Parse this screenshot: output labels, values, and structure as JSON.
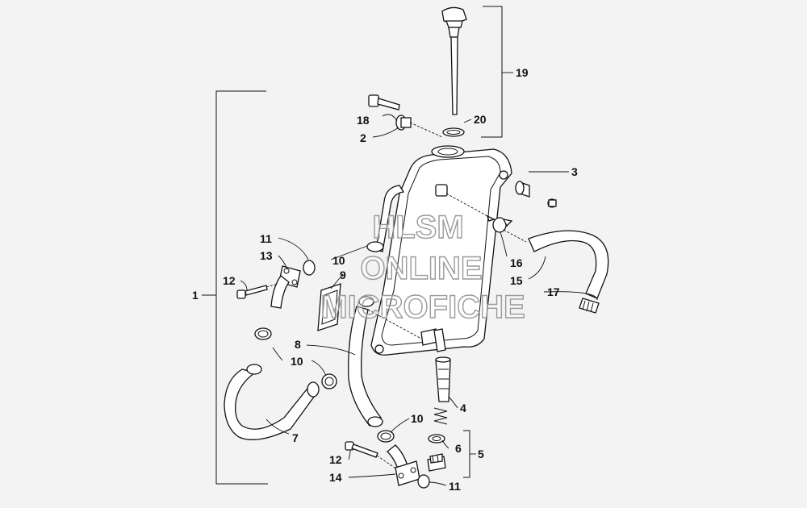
{
  "labels": {
    "l1": "1",
    "l2": "2",
    "l3": "3",
    "l4": "4",
    "l5": "5",
    "l6": "6",
    "l7": "7",
    "l8": "8",
    "l9": "9",
    "l10a": "10",
    "l10b": "10",
    "l10c": "10",
    "l11a": "11",
    "l11b": "11",
    "l12a": "12",
    "l12b": "12",
    "l13": "13",
    "l14": "14",
    "l15": "15",
    "l16": "16",
    "l17": "17",
    "l18": "18",
    "l19": "19",
    "l20": "20"
  },
  "watermark": {
    "line1": "HLSM",
    "line2": "ONLINE",
    "line3": "MICROFICHE"
  }
}
